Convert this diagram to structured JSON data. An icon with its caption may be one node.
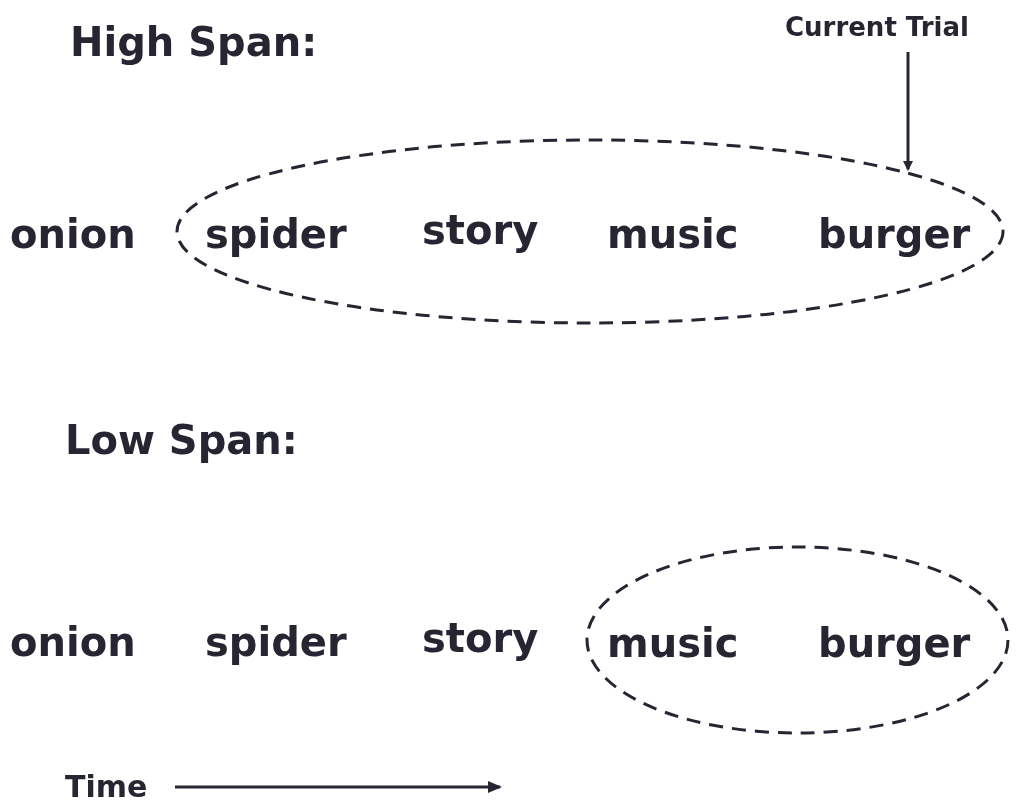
{
  "diagram": {
    "nodes": [
      {
        "text": [
          "Current Trial"
        ]
      },
      {
        "text": [
          "spider",
          "story",
          "music",
          "burger"
        ]
      },
      {
        "text": [
          "music",
          "burger"
        ]
      }
    ],
    "edges": [
      {
        "from": 0,
        "to": 1,
        "arrow": "to"
      }
    ],
    "labels": [
      "High Span:",
      "onion",
      "Low Span:",
      "onion",
      "spider",
      "story",
      "Time"
    ]
  }
}
